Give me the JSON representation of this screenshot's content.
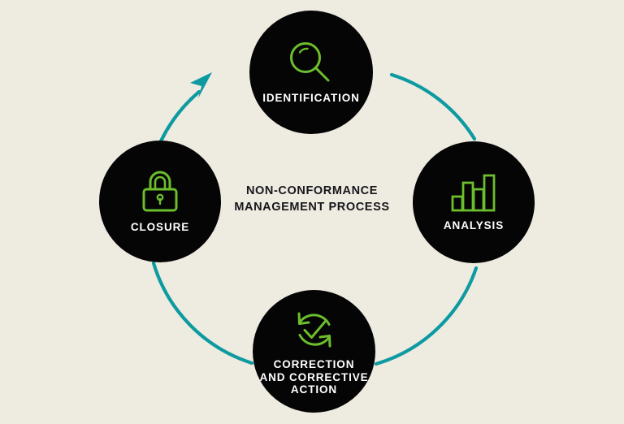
{
  "diagram": {
    "title": "NON-CONFORMANCE\nMANAGEMENT PROCESS",
    "background_color": "#EEEBE1",
    "node_fill_color": "#050505",
    "icon_color": "#6CBE2C",
    "arrow_color": "#0D9AA0",
    "label_color": "#FFFFFF",
    "title_color": "#17161A",
    "nodes": [
      {
        "id": "identification",
        "label": "IDENTIFICATION",
        "icon": "magnifier-icon",
        "position": "top"
      },
      {
        "id": "analysis",
        "label": "ANALYSIS",
        "icon": "bar-chart-icon",
        "position": "right"
      },
      {
        "id": "correction",
        "label": "CORRECTION\nAND CORRECTIVE\nACTION",
        "icon": "refresh-check-icon",
        "position": "bottom"
      },
      {
        "id": "closure",
        "label": "CLOSURE",
        "icon": "padlock-icon",
        "position": "left"
      }
    ],
    "flow": {
      "direction": "clockwise",
      "arrowhead_at": "top-left",
      "segments": [
        "identification-to-analysis",
        "analysis-to-correction",
        "correction-to-closure",
        "closure-to-identification"
      ]
    }
  }
}
